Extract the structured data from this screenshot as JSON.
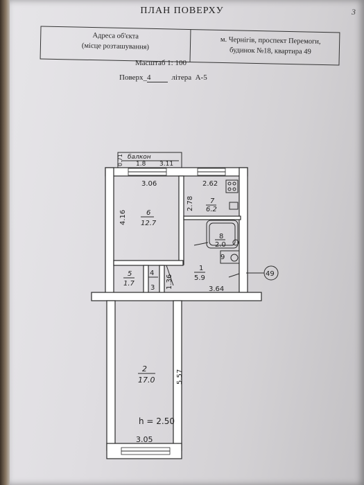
{
  "header": {
    "title": "ПЛАН ПОВЕРХУ",
    "page_mark": "3"
  },
  "address": {
    "label_line1": "Адреса об'єкта",
    "label_line2": "(місце розташування)",
    "value_line1": "м. Чернігів, проспект Перемоги,",
    "value_line2": "будинок №18, квартира 49"
  },
  "scale": "Масштаб 1: 100",
  "floor": {
    "prefix": "Поверх",
    "number": "4",
    "litera_label": "літера",
    "litera_value": "А-5"
  },
  "plan": {
    "apartment_number": "49",
    "balcony": {
      "label": "балкон",
      "width": "1.8",
      "length": "3.11",
      "depth": "0.71"
    },
    "ceiling_height": "h = 2.50",
    "rooms": [
      {
        "number": "6",
        "area": "12.7",
        "dim_top": "3.06",
        "dim_side": "4.16"
      },
      {
        "number": "7",
        "area": "6.2",
        "dim_top": "2.62",
        "dim_side": "2.78"
      },
      {
        "number": "8",
        "area": "2.0"
      },
      {
        "number": "9",
        "area": ""
      },
      {
        "number": "1",
        "area": "5.9",
        "dim_bottom": "3.64"
      },
      {
        "number": "5",
        "area": "1.7"
      },
      {
        "number": "4",
        "area": ""
      },
      {
        "number": "3",
        "area": "",
        "dim_side": "1.36"
      },
      {
        "number": "2",
        "area": "17.0",
        "dim_side": "5.57",
        "dim_bottom": "3.05"
      }
    ]
  }
}
